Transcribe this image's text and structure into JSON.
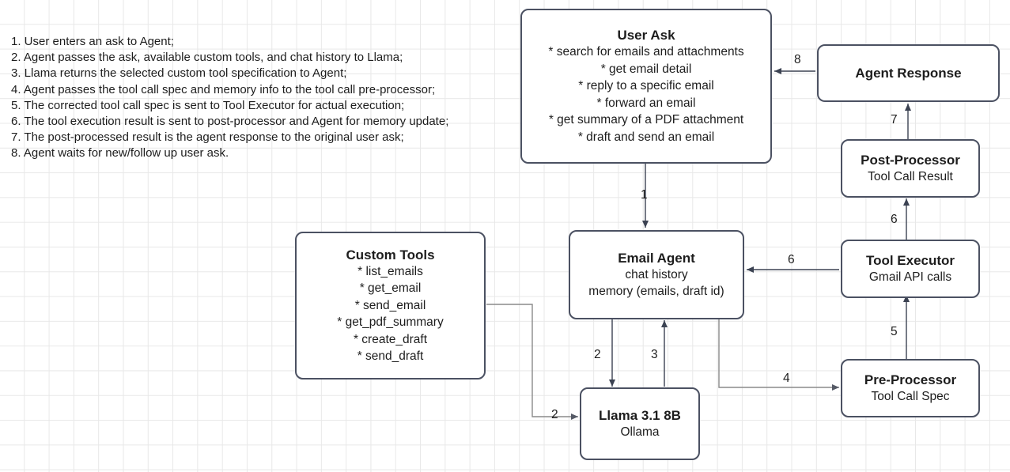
{
  "diagram": {
    "title_absent": true,
    "colors": {
      "node_border": "#4b5162",
      "node_fill": "#ffffff",
      "edge_dark": "#3b4252",
      "edge_light": "#8a8a8a",
      "grid_line": "#e8e8e8",
      "text": "#1d1d1d"
    }
  },
  "legend": {
    "name": "numbered-flow-steps",
    "items": [
      "1. User enters an ask to Agent;",
      "2. Agent passes the ask, available custom tools, and chat history to Llama;",
      "3. Llama returns the selected custom tool specification to Agent;",
      "4. Agent passes the tool call spec and memory info to the tool call pre-processor;",
      "5. The corrected tool call spec is sent to Tool Executor for actual execution;",
      "6. The tool execution result is sent to post-processor and Agent for memory update;",
      "7. The post-processed result is the agent response to the original user ask;",
      "8. Agent waits for new/follow up user ask."
    ]
  },
  "nodes": {
    "user_ask": {
      "title": "User Ask",
      "lines": [
        "* search for emails and attachments",
        "* get email detail",
        "* reply to a specific email",
        "* forward an email",
        "* get summary of a PDF attachment",
        "* draft and send an email"
      ]
    },
    "agent_response": {
      "title": "Agent Response",
      "lines": []
    },
    "post_processor": {
      "title": "Post-Processor",
      "lines": [
        "Tool Call Result"
      ]
    },
    "tool_executor": {
      "title": "Tool Executor",
      "lines": [
        "Gmail API calls"
      ]
    },
    "pre_processor": {
      "title": "Pre-Processor",
      "lines": [
        "Tool Call Spec"
      ]
    },
    "email_agent": {
      "title": "Email Agent",
      "lines": [
        "chat history",
        "memory (emails, draft id)"
      ]
    },
    "custom_tools": {
      "title": "Custom Tools",
      "lines": [
        "* list_emails",
        "* get_email",
        "* send_email",
        "* get_pdf_summary",
        "* create_draft",
        "* send_draft"
      ]
    },
    "llama": {
      "title": "Llama 3.1 8B",
      "lines": [
        "Ollama"
      ]
    }
  },
  "edges": [
    {
      "id": "e1",
      "label": "1",
      "from": "user_ask",
      "to": "email_agent"
    },
    {
      "id": "e2a",
      "label": "2",
      "from": "email_agent",
      "to": "llama"
    },
    {
      "id": "e2b",
      "label": "2",
      "from": "custom_tools",
      "to": "llama"
    },
    {
      "id": "e3",
      "label": "3",
      "from": "llama",
      "to": "email_agent"
    },
    {
      "id": "e4",
      "label": "4",
      "from": "email_agent",
      "to": "pre_processor"
    },
    {
      "id": "e5",
      "label": "5",
      "from": "pre_processor",
      "to": "tool_executor"
    },
    {
      "id": "e6a",
      "label": "6",
      "from": "tool_executor",
      "to": "post_processor"
    },
    {
      "id": "e6b",
      "label": "6",
      "from": "tool_executor",
      "to": "email_agent"
    },
    {
      "id": "e7",
      "label": "7",
      "from": "post_processor",
      "to": "agent_response"
    },
    {
      "id": "e8",
      "label": "8",
      "from": "agent_response",
      "to": "user_ask"
    }
  ]
}
